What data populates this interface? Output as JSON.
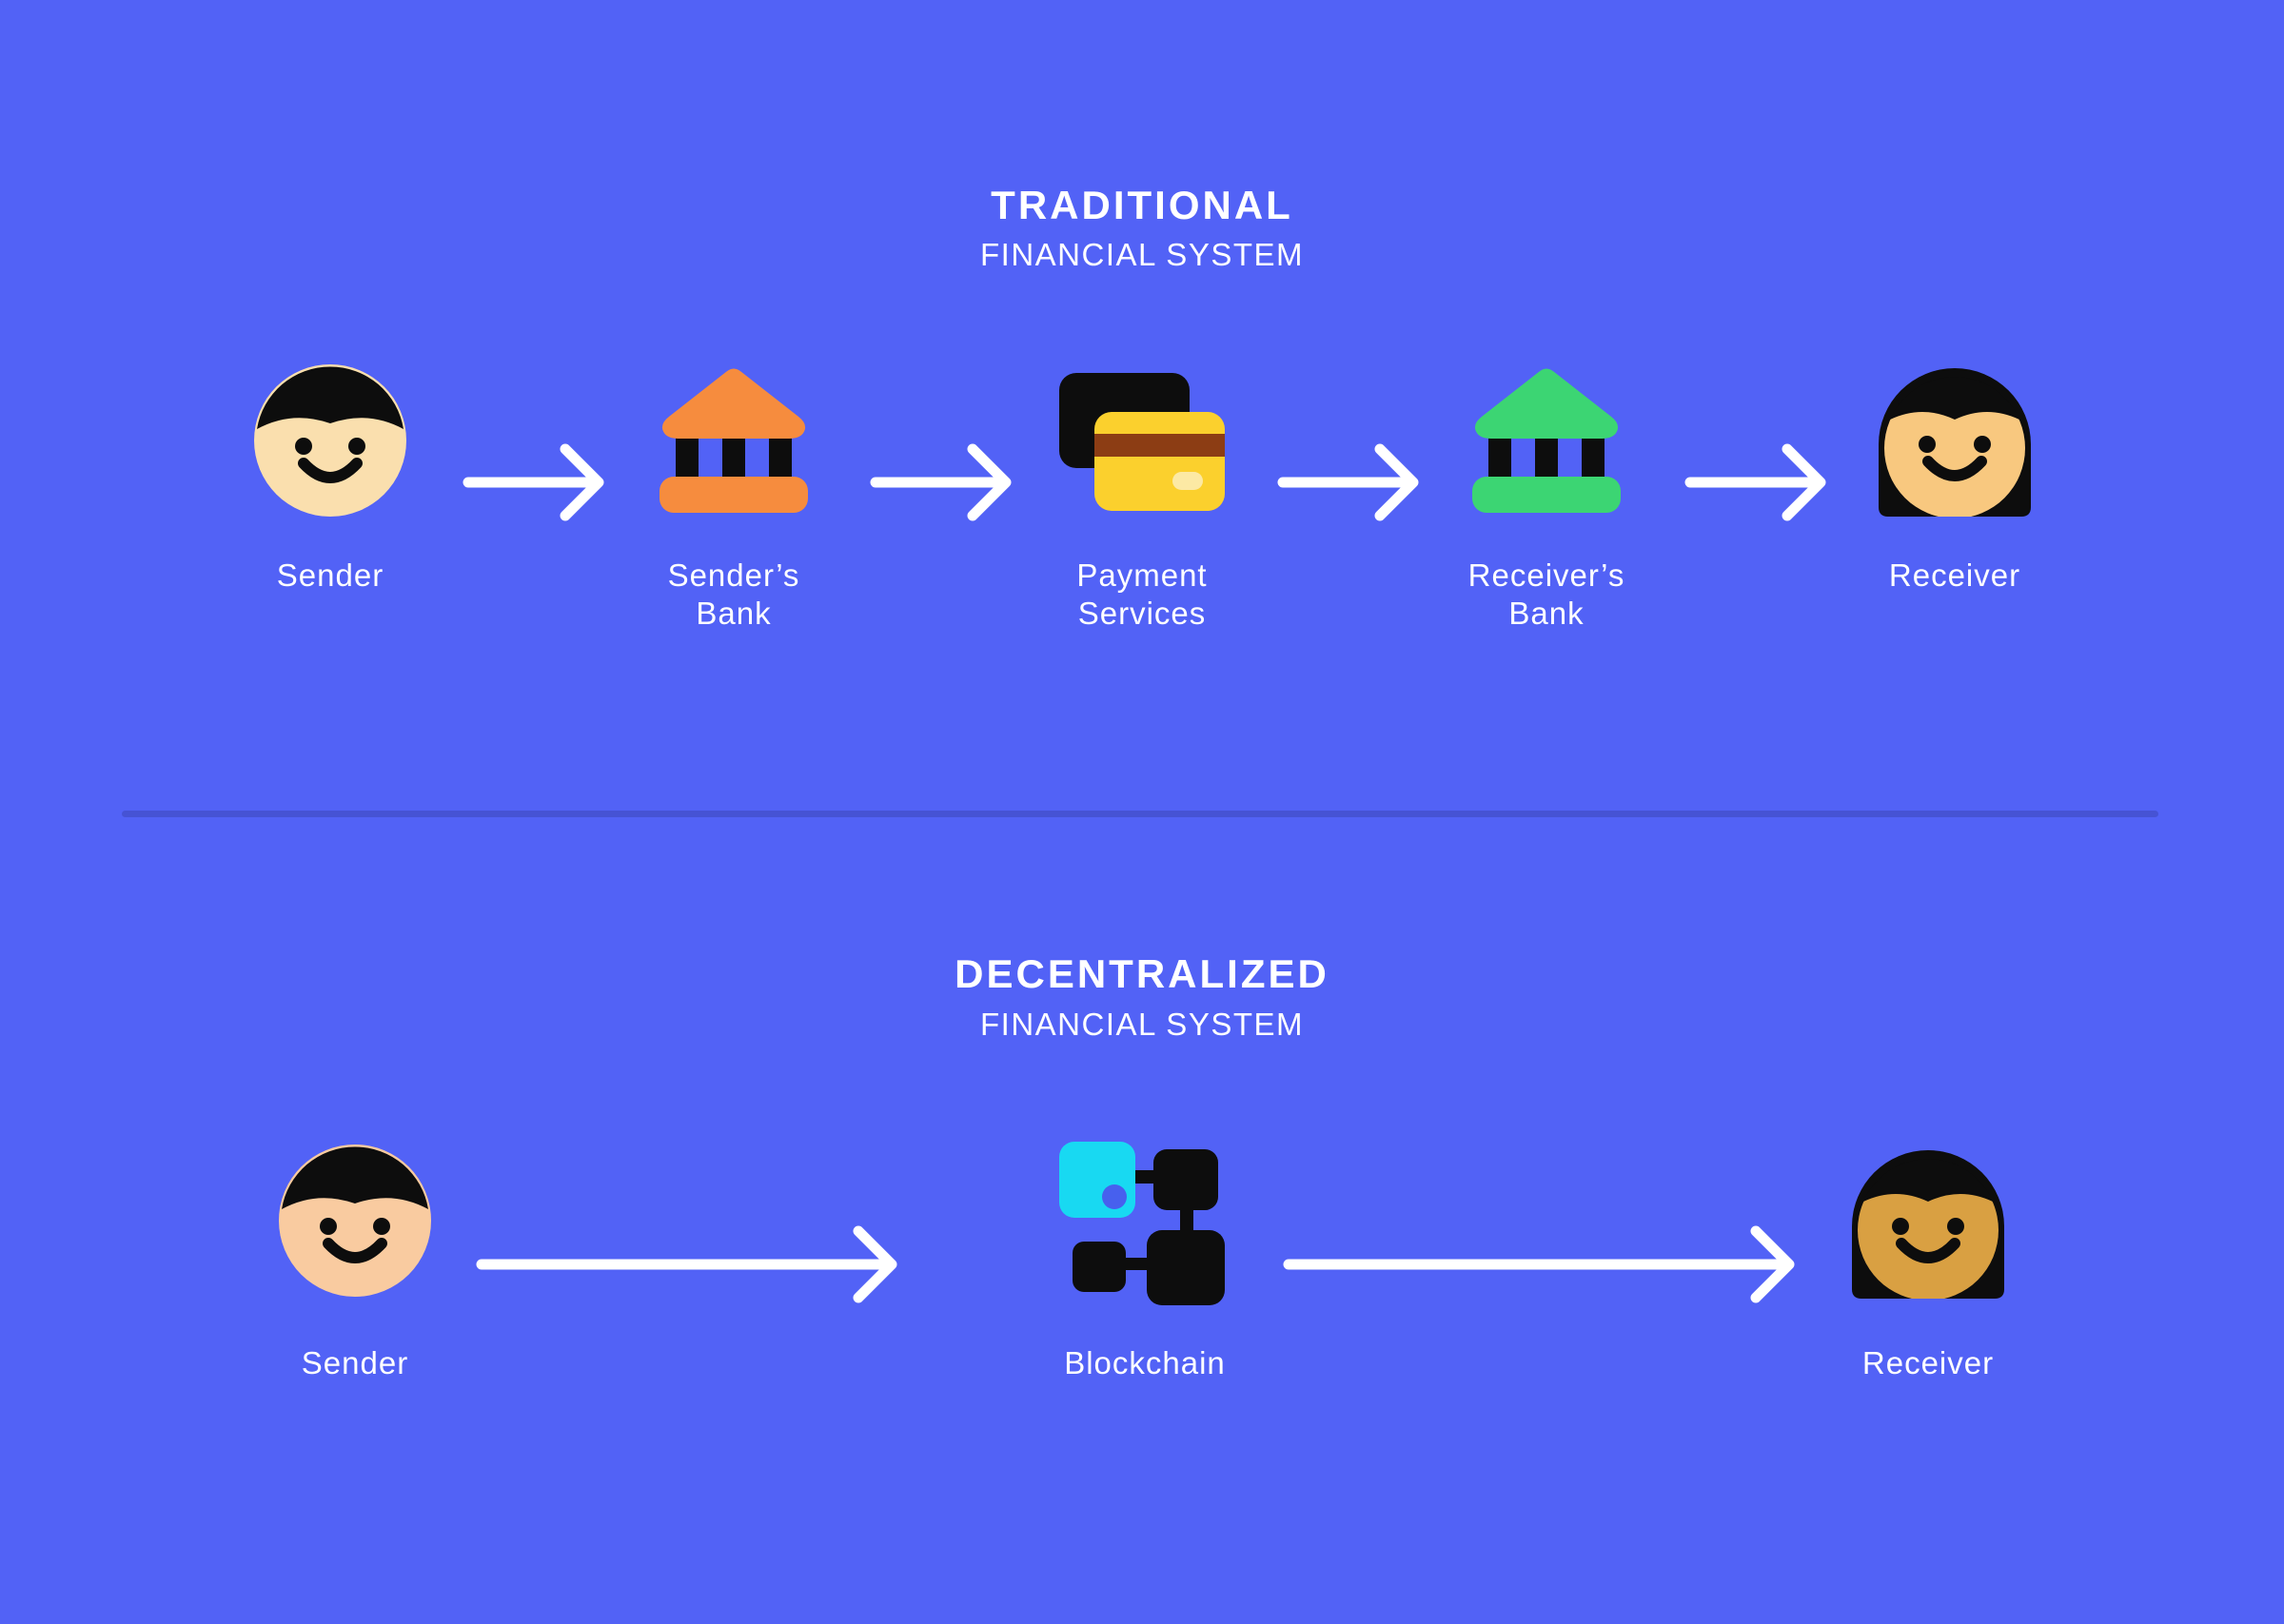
{
  "colors": {
    "background": "#5262F6",
    "divider": "#4653D4",
    "text": "#FFFFFF",
    "arrow": "#FFFFFF",
    "hair": "#0D0D0D",
    "bank_sender": "#F68C3E",
    "bank_receiver": "#3CD573",
    "card_back": "#0D0D0D",
    "card_front": "#FBD02D",
    "card_stripe": "#8C3D14",
    "card_chip": "#FCE9A4",
    "block_black": "#0D0D0D",
    "block_cyan": "#18D9F2",
    "block_dot": "#4760EE",
    "skin_sender_top": "#FADFAE",
    "skin_receiver_top": "#F8C87F",
    "skin_sender_bottom": "#F9CBA0",
    "skin_receiver_bottom": "#D9A042"
  },
  "traditional": {
    "title": "TRADITIONAL",
    "subtitle": "FINANCIAL SYSTEM",
    "nodes": [
      {
        "icon": "male-face-icon",
        "label_lines": [
          "Sender"
        ]
      },
      {
        "icon": "bank-icon",
        "label_lines": [
          "Sender’s",
          "Bank"
        ]
      },
      {
        "icon": "credit-card-icon",
        "label_lines": [
          "Payment",
          "Services"
        ]
      },
      {
        "icon": "bank-icon",
        "label_lines": [
          "Receiver’s",
          "Bank"
        ]
      },
      {
        "icon": "female-face-icon",
        "label_lines": [
          "Receiver"
        ]
      }
    ]
  },
  "decentralized": {
    "title": "DECENTRALIZED",
    "subtitle": "FINANCIAL SYSTEM",
    "nodes": [
      {
        "icon": "male-face-icon",
        "label_lines": [
          "Sender"
        ]
      },
      {
        "icon": "blockchain-icon",
        "label_lines": [
          "Blockchain"
        ]
      },
      {
        "icon": "female-face-icon",
        "label_lines": [
          "Receiver"
        ]
      }
    ]
  }
}
